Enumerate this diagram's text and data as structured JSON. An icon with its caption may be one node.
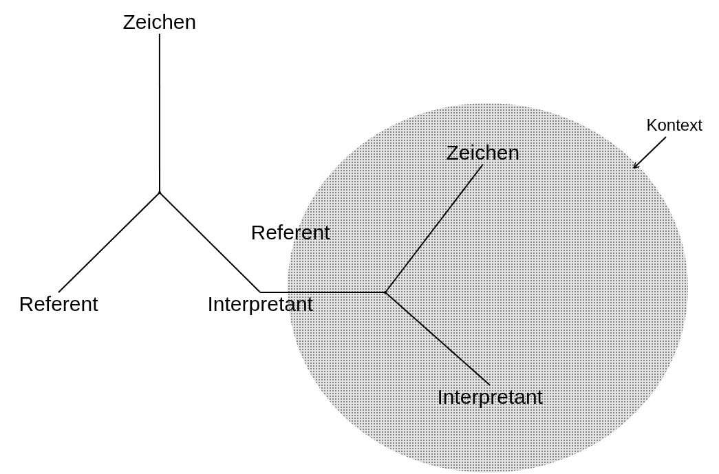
{
  "diagram": {
    "nodes": [
      {
        "text": [
          "Zeichen"
        ]
      },
      {
        "text": [],
        "shape": "point"
      },
      {
        "text": [
          "Referent"
        ]
      },
      {
        "text": [
          "Interpretant"
        ]
      },
      {
        "text": [],
        "shape": "circle"
      },
      {
        "text": [
          "Zeichen"
        ],
        "in": 4
      },
      {
        "text": [],
        "shape": "point",
        "in": 4
      },
      {
        "text": [
          "Interpretant"
        ],
        "in": 4
      },
      {
        "text": [
          "Kontext"
        ]
      }
    ],
    "edges": [
      {
        "from": 0,
        "to": 1,
        "arrow": "none"
      },
      {
        "from": 1,
        "to": 2,
        "arrow": "none"
      },
      {
        "from": 1,
        "to": 3,
        "arrow": "none"
      },
      {
        "from": 5,
        "to": 6,
        "arrow": "none"
      },
      {
        "from": 6,
        "to": 3,
        "arrow": "none",
        "label": "Referent"
      },
      {
        "from": 6,
        "to": 7,
        "arrow": "none"
      },
      {
        "from": 8,
        "to": 4,
        "arrow": "to"
      }
    ]
  }
}
